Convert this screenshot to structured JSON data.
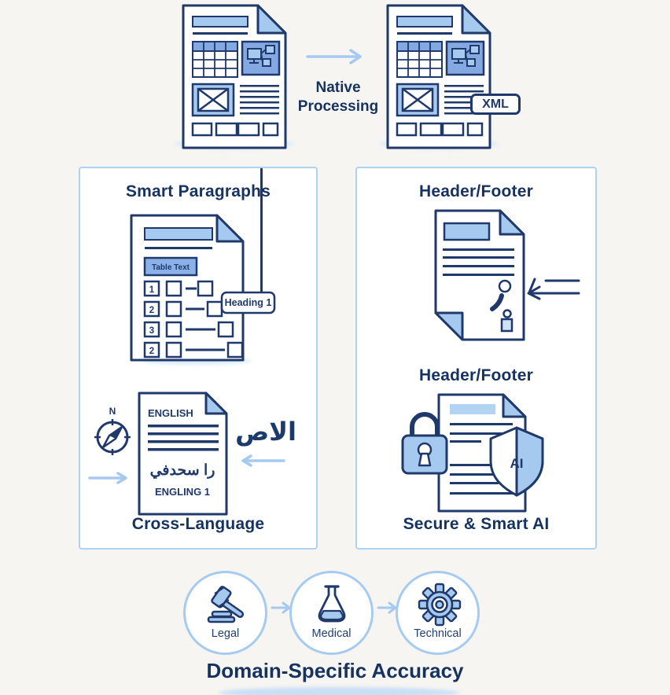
{
  "colors": {
    "navy": "#20396b",
    "light_blue": "#a6c9ef",
    "medium_blue": "#84a9e2",
    "pale_blue": "#b3d3f3",
    "arrow_blue": "#a6c9f2",
    "panel_border": "#aed3f2",
    "shadow_blue": "#dcecf9",
    "background": "#f6f5f2"
  },
  "top": {
    "label_line1": "Native",
    "label_line2": "Processing",
    "xml_badge": "XML"
  },
  "left_panel": {
    "title": "Smart Paragraphs",
    "document": {
      "table_button": "Table Text",
      "row_numbers": [
        "1",
        "2",
        "3",
        "2"
      ],
      "heading_tag": "Heading 1"
    },
    "cross_language": {
      "compass_label": "N",
      "doc_header": "ENGLISH",
      "doc_arabic": "را سحدفي",
      "doc_footer": "ENGLING 1",
      "side_label": "الاص",
      "title": "Cross-Language"
    }
  },
  "right_panel": {
    "title_top": "Header/Footer",
    "title_middle": "Header/Footer",
    "shield_label": "AI",
    "title_bottom": "Secure & Smart AI"
  },
  "bottom": {
    "items": [
      {
        "label": "Legal"
      },
      {
        "label": "Medical"
      },
      {
        "label": "Technical"
      }
    ],
    "title": "Domain-Specific Accuracy"
  }
}
